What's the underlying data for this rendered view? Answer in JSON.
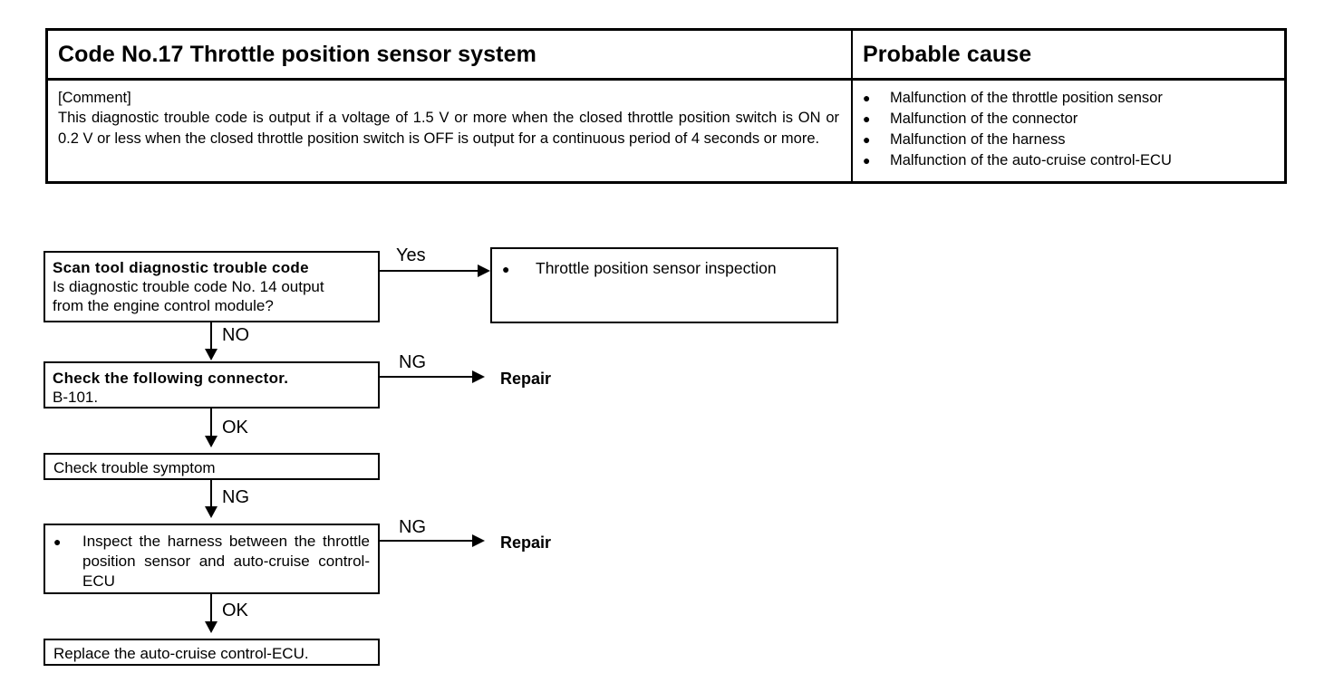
{
  "table": {
    "headers": {
      "left": "Code No.17 Throttle position sensor system",
      "right": "Probable cause"
    },
    "comment_label": "[Comment]",
    "comment_text": "This diagnostic trouble code is output if a voltage of 1.5 V or more when the closed throttle position switch is ON or 0.2 V or less when the closed throttle position switch is OFF is output for a continuous period of 4 seconds or more.",
    "bullet_glyph": "●",
    "causes": [
      "Malfunction of the throttle position sensor",
      "Malfunction of the connector",
      "Malfunction of the harness",
      "Malfunction of the auto-cruise control-ECU"
    ]
  },
  "flowchart": {
    "bullet_glyph": "●",
    "box_scan_tool": {
      "title": "Scan tool diagnostic trouble code",
      "line2": "Is diagnostic trouble code No. 14 output",
      "line3": "from the engine control module?"
    },
    "box_throttle_inspection": {
      "text": "Throttle position sensor inspection"
    },
    "box_check_connector": {
      "title": "Check the following connector.",
      "line2": "B-101."
    },
    "box_check_symptom": {
      "text": "Check trouble symptom"
    },
    "box_inspect_harness": {
      "text": "Inspect the harness between the throttle position sensor and auto-cruise control-ECU"
    },
    "box_replace_ecu": {
      "text": "Replace the auto-cruise control-ECU."
    },
    "labels": {
      "yes": "Yes",
      "no": "NO",
      "ng1": "NG",
      "ok1": "OK",
      "ng2": "NG",
      "ng3": "NG",
      "ok2": "OK",
      "repair1": "Repair",
      "repair2": "Repair"
    }
  },
  "colors": {
    "ink": "#000000",
    "paper": "#ffffff"
  }
}
